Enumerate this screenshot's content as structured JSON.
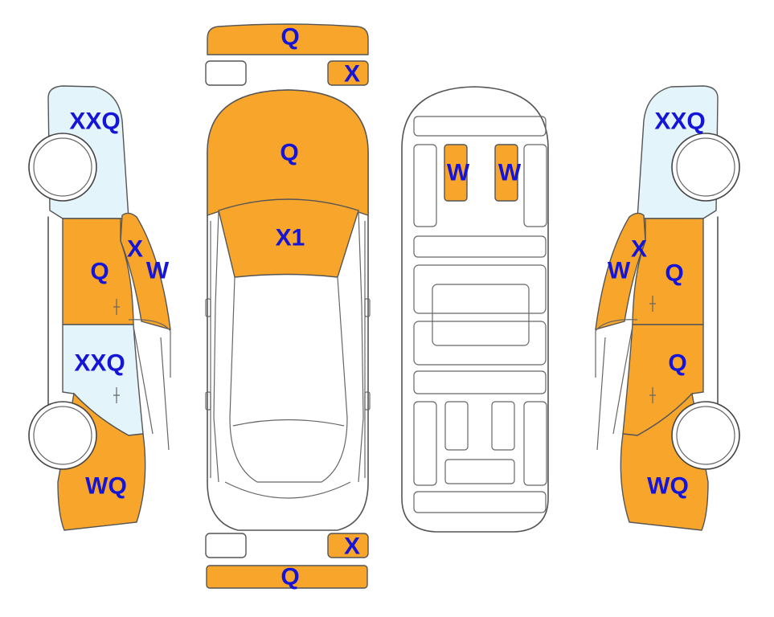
{
  "colors": {
    "damaged": "#F8A52C",
    "glass": "#E3F4FB",
    "label": "#1515D8",
    "outline": "#555555"
  },
  "labels": {
    "front_bumper": "Q",
    "front_right_light": "X",
    "hood": "Q",
    "windshield": "X1",
    "roof_left": "W",
    "roof_right": "W",
    "rear_right_light": "X",
    "rear_bumper": "Q",
    "left_windows": "XXQ",
    "left_front_door": "Q",
    "left_mirror": "X",
    "left_pillar": "W",
    "left_rear_window": "XXQ",
    "left_rear_quarter": "WQ",
    "right_windows": "XXQ",
    "right_mirror": "X",
    "right_pillar": "W",
    "right_front_door": "Q",
    "right_rear_door": "Q",
    "right_rear_quarter": "WQ"
  }
}
